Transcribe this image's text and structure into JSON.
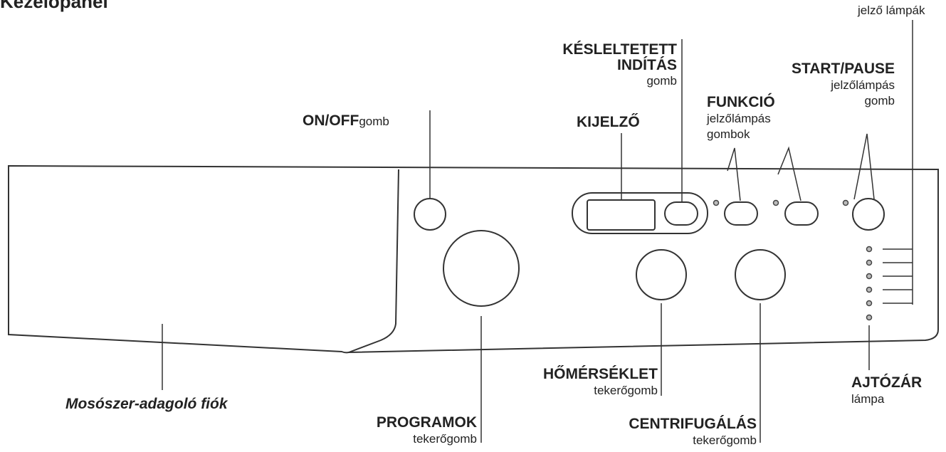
{
  "title": "Kezelőpanel",
  "labels": {
    "indicator_lamps": "jelző lámpák",
    "delayed_start_1": "KÉSLELTETETT",
    "delayed_start_2": "INDÍTÁS",
    "delayed_start_sub": "gomb",
    "start_pause": "START/PAUSE",
    "start_pause_sub1": "jelzőlámpás",
    "start_pause_sub2": "gomb",
    "function": "FUNKCIÓ",
    "function_sub1": "jelzőlámpás",
    "function_sub2": "gombok",
    "on_off": "ON/OFF",
    "on_off_sub": "gomb",
    "display": "KIJELZŐ",
    "temperature": "HŐMÉRSÉKLET",
    "temperature_sub": "tekerőgomb",
    "door_lock": "AJTÓZÁR",
    "door_lock_sub": "lámpa",
    "drawer": "Mosószer-adagoló fiók",
    "programs": "PROGRAMOK",
    "programs_sub": "tekerőgomb",
    "spin": "CENTRIFUGÁLÁS",
    "spin_sub": "tekerőgomb"
  }
}
